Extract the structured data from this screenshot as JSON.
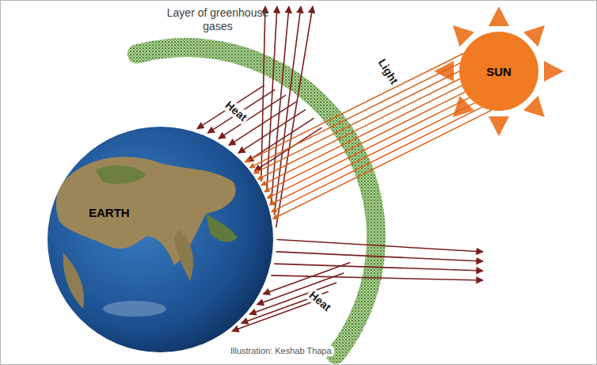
{
  "diagram": {
    "nodes": [
      {
        "text": [
          "SUN"
        ]
      },
      {
        "text": [
          "EARTH"
        ]
      }
    ],
    "edges": [
      {
        "from": 0,
        "to": 1,
        "arrow": "to",
        "label": "Light"
      }
    ],
    "labels": [
      "Layer of greenhouse gases",
      "Heat",
      "Heat",
      "Illustration: Keshab Thapa"
    ]
  }
}
